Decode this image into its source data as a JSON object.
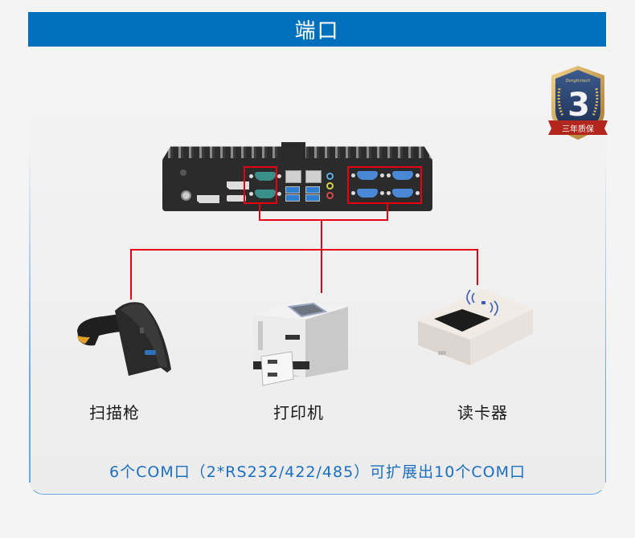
{
  "header": {
    "title": "端口",
    "background": "#0070bd"
  },
  "badge": {
    "brand": "Dongtintech",
    "number": "3",
    "ribbon_text": "三年质保"
  },
  "device": {
    "name": "industrial-fanless-mini-pc",
    "ports": {
      "com_left_count": 2,
      "com_right_count": 4,
      "rj45_count": 2,
      "usb_count": 4,
      "highlight_color": "#e60012"
    }
  },
  "peripherals": [
    {
      "label": "扫描枪",
      "icon": "barcode-scanner-icon"
    },
    {
      "label": "打印机",
      "icon": "label-printer-icon"
    },
    {
      "label": "读卡器",
      "icon": "card-reader-icon"
    }
  ],
  "footer": {
    "text": "6个COM口（2*RS232/422/485）可扩展出10个COM口",
    "color": "#1a6fc0"
  }
}
